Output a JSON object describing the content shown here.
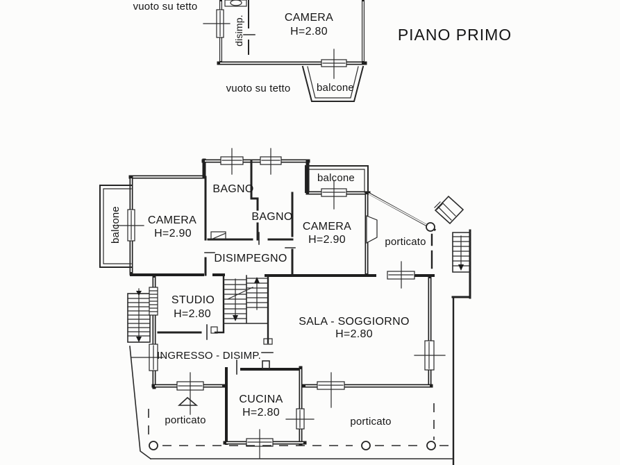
{
  "colors": {
    "ink": "#1a1a1a",
    "paper": "#fcfcfb"
  },
  "title": "PIANO PRIMO",
  "upper_plan": {
    "void_top": "vuoto su tetto",
    "disimp": "disimp.",
    "camera": "CAMERA",
    "camera_height": "H=2.80",
    "void_bottom": "vuoto su tetto",
    "balcone": "balcone"
  },
  "lower_plan": {
    "balcone_left": "balcone",
    "balcone_top": "balcone",
    "bagno_1": "BAGNO",
    "bagno_2": "BAGNO",
    "camera_left": "CAMERA",
    "camera_left_height": "H=2.90",
    "camera_right": "CAMERA",
    "camera_right_height": "H=2.90",
    "disimpegno": "DISIMPEGNO",
    "studio": "STUDIO",
    "studio_height": "H=2.80",
    "sala": "SALA - SOGGIORNO",
    "sala_height": "H=2.80",
    "ingresso": "INGRESSO - DISIMP.",
    "cucina": "CUCINA",
    "cucina_height": "H=2.80",
    "porticato_ne": "porticato",
    "porticato_sw": "porticato",
    "porticato_se": "porticato"
  }
}
